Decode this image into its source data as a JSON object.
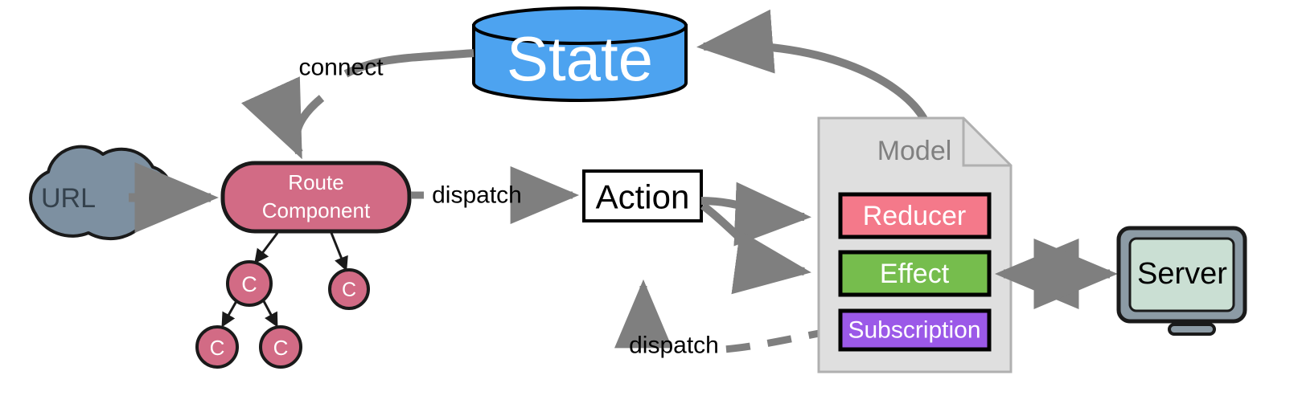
{
  "diagram": {
    "title": "Redux/NgRx application data flow",
    "background": "#ffffff",
    "nodes": {
      "url": {
        "label": "URL",
        "shape": "cloud",
        "fill": "#7D90A1",
        "stroke": "#1a1a1a",
        "text_color": "#34414C",
        "font_size": 34
      },
      "route_component": {
        "label_line1": "Route",
        "label_line2": "Component",
        "shape": "rounded-rectangle",
        "fill": "#D26B85",
        "stroke": "#1a1a1a",
        "text_color": "#ffffff",
        "font_size": 26
      },
      "state": {
        "label": "State",
        "shape": "cylinder",
        "fill": "#4DA3F0",
        "stroke": "#000000",
        "text_color": "#ffffff",
        "font_size": 78
      },
      "action": {
        "label": "Action",
        "shape": "rectangle",
        "fill": "#ffffff",
        "stroke": "#000000",
        "text_color": "#000000",
        "font_size": 42
      },
      "model": {
        "label": "Model",
        "shape": "note",
        "fill": "#DFDFDF",
        "stroke": "#B0B0B0",
        "text_color": "#808080",
        "font_size": 34
      },
      "reducer": {
        "label": "Reducer",
        "shape": "rectangle",
        "fill": "#F4798A",
        "stroke": "#000000",
        "text_color": "#ffffff",
        "font_size": 34
      },
      "effect": {
        "label": "Effect",
        "shape": "rectangle",
        "fill": "#76BD4D",
        "stroke": "#000000",
        "text_color": "#ffffff",
        "font_size": 34
      },
      "subscription": {
        "label": "Subscription",
        "shape": "rectangle",
        "fill": "#9B59E8",
        "stroke": "#000000",
        "text_color": "#ffffff",
        "font_size": 30
      },
      "server": {
        "label": "Server",
        "shape": "monitor",
        "bezel_fill": "#8C9BA5",
        "screen_fill": "#CADFD3",
        "stroke": "#1a1a1a",
        "text_color": "#000000",
        "font_size": 38
      },
      "child_components": [
        {
          "label": "C",
          "fill": "#D26B85",
          "stroke": "#1a1a1a",
          "text_color": "#ffffff"
        },
        {
          "label": "C",
          "fill": "#D26B85",
          "stroke": "#1a1a1a",
          "text_color": "#ffffff"
        },
        {
          "label": "C",
          "fill": "#D26B85",
          "stroke": "#1a1a1a",
          "text_color": "#ffffff"
        },
        {
          "label": "C",
          "fill": "#D26B85",
          "stroke": "#1a1a1a",
          "text_color": "#ffffff"
        }
      ]
    },
    "edges": [
      {
        "id": "url-to-route",
        "label": "",
        "style": "solid",
        "arrow": "single"
      },
      {
        "id": "state-to-route",
        "label": "connect",
        "style": "solid",
        "arrow": "single"
      },
      {
        "id": "route-to-action",
        "label": "dispatch",
        "style": "solid",
        "arrow": "single"
      },
      {
        "id": "action-to-reducer",
        "label": "",
        "style": "solid",
        "arrow": "single"
      },
      {
        "id": "action-to-effect",
        "label": "",
        "style": "solid",
        "arrow": "single"
      },
      {
        "id": "model-to-state",
        "label": "",
        "style": "solid",
        "arrow": "single"
      },
      {
        "id": "effect-to-server",
        "label": "",
        "style": "solid",
        "arrow": "double"
      },
      {
        "id": "subscription-to-action",
        "label": "dispatch",
        "style": "dashed",
        "arrow": "single"
      },
      {
        "id": "route-to-child-1",
        "label": "",
        "style": "solid",
        "arrow": "single"
      },
      {
        "id": "route-to-child-2",
        "label": "",
        "style": "solid",
        "arrow": "single"
      },
      {
        "id": "child1-to-child3",
        "label": "",
        "style": "solid",
        "arrow": "single"
      },
      {
        "id": "child1-to-child4",
        "label": "",
        "style": "solid",
        "arrow": "single"
      }
    ],
    "connector_color": "#7f7f7f"
  }
}
